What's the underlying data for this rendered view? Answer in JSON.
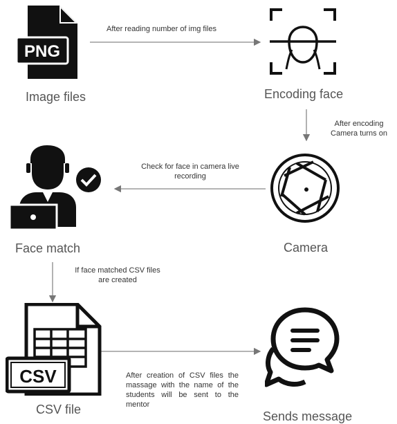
{
  "nodes": {
    "image_files": {
      "label": "Image files",
      "icon": "png-file-icon",
      "badge": "PNG"
    },
    "encoding_face": {
      "label": "Encoding face",
      "icon": "face-scan-icon"
    },
    "camera": {
      "label": "Camera",
      "icon": "camera-aperture-icon"
    },
    "face_match": {
      "label": "Face match",
      "icon": "user-laptop-check-icon"
    },
    "csv_file": {
      "label": "CSV file",
      "icon": "csv-spreadsheet-icon",
      "badge": "CSV"
    },
    "sends_message": {
      "label": "Sends message",
      "icon": "chat-bubbles-icon"
    }
  },
  "edges": {
    "read_files": {
      "text": "After reading number of img files"
    },
    "encode_to_camera": {
      "line1": "After encoding",
      "line2": "Camera turns on"
    },
    "camera_to_match": {
      "line1": "Check for face in camera live",
      "line2": "recording"
    },
    "match_to_csv": {
      "line1": "If face matched CSV files",
      "line2": "are created"
    },
    "csv_to_message": {
      "text": "After creation of CSV files the massage with the name of the students will be sent to the mentor"
    }
  },
  "colors": {
    "icon": "#111111",
    "arrow": "#888888",
    "label": "#555555"
  }
}
